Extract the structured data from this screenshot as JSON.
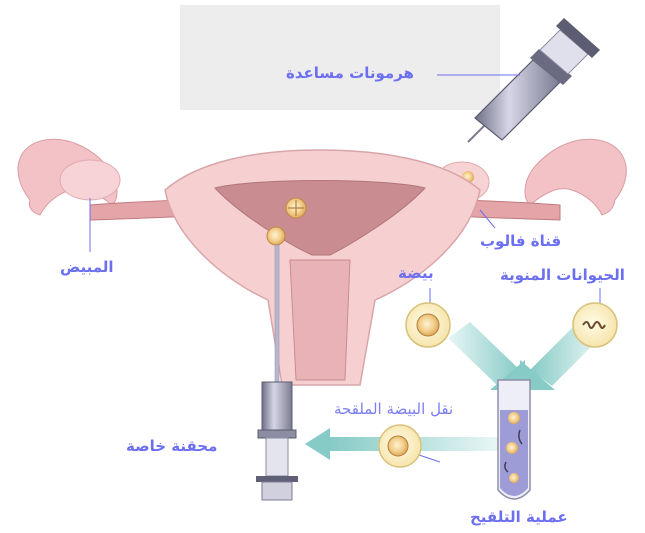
{
  "labels": {
    "hormones": "هرمونات مساعدة",
    "fallopian_tube": "قناة فالوب",
    "ovary": "المبيض",
    "egg": "بيضة",
    "sperm": "الحيوانات المنوية",
    "transfer": "نقل البيضة الملقحة",
    "syringe": "محقنة خاصة",
    "fertilization": "عملية التلقيح"
  },
  "colors": {
    "label": "#6b6ff0",
    "uterus_outer": "#f4c6c6",
    "uterus_inner": "#c98787",
    "egg_fill": "#f6d08f",
    "arrow_teal": "#9bd3cf",
    "tube_fill": "#9e9cd6"
  }
}
